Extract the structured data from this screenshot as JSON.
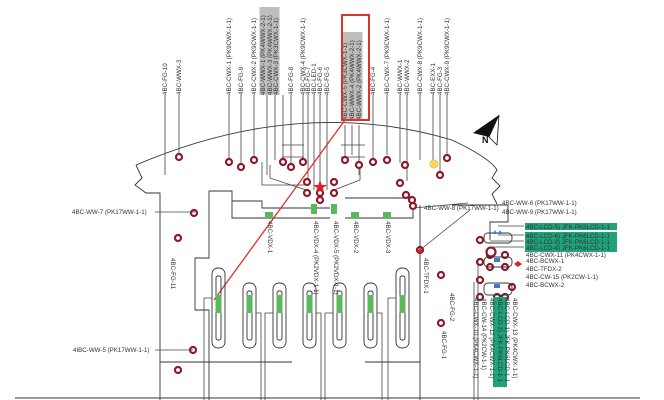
{
  "diagram": {
    "title": "Electrical equipment layout drawing",
    "colors": {
      "node": "#8b1a2b",
      "equipment": "#5cb85c",
      "highlight_box": "#e0322b",
      "leader_line": "#e0322b",
      "label_highlight_gray": "#bdbdbd",
      "label_highlight_green": "#1ea37a",
      "star_marker": "#d9232d",
      "yellow_marker": "#f2d04a"
    },
    "top_labels": [
      "4BC-FG-10",
      "4BC-WWX-3",
      "4BC-CWX-1 (PK9CWX-1-1)",
      "4BC-FG-9",
      "4BC-CWX-2 (PK9CWX-1-1)",
      "4BC-WWX-1 (PK4WWX-2-1)",
      "4BC-WWX-3 (PK4WWX-2-1)",
      "4BC-CWX-3 (PK3CWX-1-1)",
      "4BC-FG-8",
      "4BC-CWX-4 (PK9CWX-1-1)",
      "4BC-FG-7",
      "4BC-LED-1",
      "4BC-FG-6",
      "4BC-FG-5",
      "4BC-CWX-5 (PK3CWX-1-1)",
      "4BC-WWX-4 (PK4WWX-2-1)",
      "4BC-WWX-2 (PK4WWX-2-1)",
      "4BC-FG-4",
      "4BC-CWX-7 (PK9CWX-1-1)",
      "4BC-WWX-1",
      "4BC-WWX-2",
      "4BC-CWX-8 (PK9CWX-1-1)",
      "4BC-EXX-1",
      "4BC-FG-3",
      "4BC-CWX-9 (PK9CWX-1-1)"
    ],
    "left_labels": [
      "4BC-WW-7 (PK17WW-1-1)",
      "4IBC-WW-5 (PK17WW-1-1)"
    ],
    "vertical_labels": [
      "4BC-FG-11",
      "4BC-VDX-1",
      "4BC-VDX-4 (PK2VDX-1-1)",
      "4BC-VDX-5 (PK2VDX-1-1)",
      "4BC-VDX-2",
      "4BC-VDX-3",
      "4BC-TFDX-1",
      "4BC-FG-2",
      "4BC-FG-1"
    ],
    "right_labels": [
      "4BC-WW-8 (PK17WW-1-1)",
      "4BC-WW-6 (PK17WW-1-1)",
      "4BC-WW-9 (PK17WW-1-1)",
      "4BC-LCD-5) JFK-PK6LCD-1-1",
      "4BC-LCD-6) JFK-PK6LCD-1-1",
      "4BC-LCD-3) JFK-PK6LCD-1-1",
      "4BC-LCD-4) JFK-PK6LCD-1-1",
      "4BC-CWX-11 (PK4CWX-1-1)",
      "4BC-BCWX-1",
      "4BC-TFDX-2",
      "4BC-CW-15 (PK2CW-1-1)",
      "4BC-BCWX-2"
    ],
    "bottom_right_labels": [
      "4BC-CWX-10 (PK4CWX-1-1)",
      "4BC-CW-14 (PK2CW-1-1)",
      "4BC-CWX-12 (PK4CWX-1-1)",
      "4BC-LCD-2) JFK-PK6LCD-1-1",
      "4BC-LCD-1) JFK-PK6LCD-1-1",
      "4BC-CWX-13 (PK4CWX-1-1)"
    ],
    "north_arrow": "N"
  }
}
